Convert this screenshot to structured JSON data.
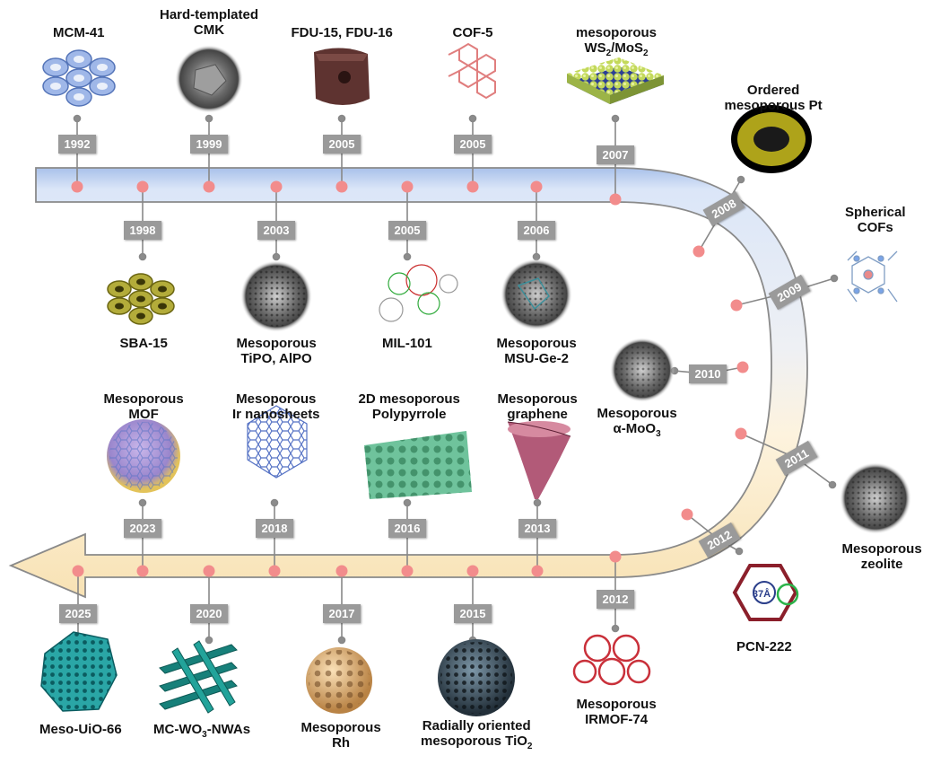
{
  "milestones": [
    {
      "key": "mcm41",
      "year": "1992",
      "label": [
        "MCM-41"
      ]
    },
    {
      "key": "sba15",
      "year": "1998",
      "label": [
        "SBA-15"
      ]
    },
    {
      "key": "cmk",
      "year": "1999",
      "label": [
        "Hard-templated",
        "CMK"
      ]
    },
    {
      "key": "tipo",
      "year": "2003",
      "label": [
        "Mesoporous",
        "TiPO, AlPO"
      ]
    },
    {
      "key": "fdu",
      "year": "2005",
      "label": [
        "FDU-15, FDU-16"
      ]
    },
    {
      "key": "mil101",
      "year": "2005",
      "label": [
        "MIL-101"
      ]
    },
    {
      "key": "cof5",
      "year": "2005",
      "label": [
        "COF-5"
      ]
    },
    {
      "key": "msuge2",
      "year": "2006",
      "label": [
        "Mesoporous",
        "MSU-Ge-2"
      ]
    },
    {
      "key": "ws2",
      "year": "2007",
      "label": [
        "mesoporous",
        "WS2/MoS2"
      ]
    },
    {
      "key": "pt",
      "year": "2008",
      "label": [
        "Ordered",
        "mesoporous Pt"
      ]
    },
    {
      "key": "cofs",
      "year": "2009",
      "label": [
        "Spherical",
        "COFs"
      ]
    },
    {
      "key": "moo3",
      "year": "2010",
      "label": [
        "Mesoporous",
        "α-MoO3"
      ]
    },
    {
      "key": "zeolite",
      "year": "2011",
      "label": [
        "Mesoporous",
        "zeolite"
      ]
    },
    {
      "key": "pcn222",
      "year": "2012",
      "label": [
        "PCN-222"
      ],
      "inset": "37Å"
    },
    {
      "key": "irmof74",
      "year": "2012",
      "label": [
        "Mesoporous",
        "IRMOF-74"
      ]
    },
    {
      "key": "graphene",
      "year": "2013",
      "label": [
        "Mesoporous",
        "graphene"
      ]
    },
    {
      "key": "tio2",
      "year": "2015",
      "label": [
        "Radially oriented",
        "mesoporous TiO2"
      ]
    },
    {
      "key": "ppy",
      "year": "2016",
      "label": [
        "2D mesoporous",
        "Polypyrrole"
      ]
    },
    {
      "key": "rh",
      "year": "2017",
      "label": [
        "Mesoporous",
        "Rh"
      ]
    },
    {
      "key": "ir",
      "year": "2018",
      "label": [
        "Mesoporous",
        "Ir nanosheets"
      ]
    },
    {
      "key": "wo3",
      "year": "2020",
      "label": [
        "MC-WO3-NWAs"
      ]
    },
    {
      "key": "mof",
      "year": "2023",
      "label": [
        "Mesoporous",
        "MOF"
      ]
    },
    {
      "key": "uio66",
      "year": "2025",
      "label": [
        "Meso-UiO-66"
      ]
    }
  ],
  "colors": {
    "band_top": "#bcd0ee",
    "band_bottom": "#fbe9c4",
    "band_outline": "#8a8a8a",
    "dot": "#f28c8c",
    "year_box": "#9a9a9a",
    "connector": "#888888"
  }
}
